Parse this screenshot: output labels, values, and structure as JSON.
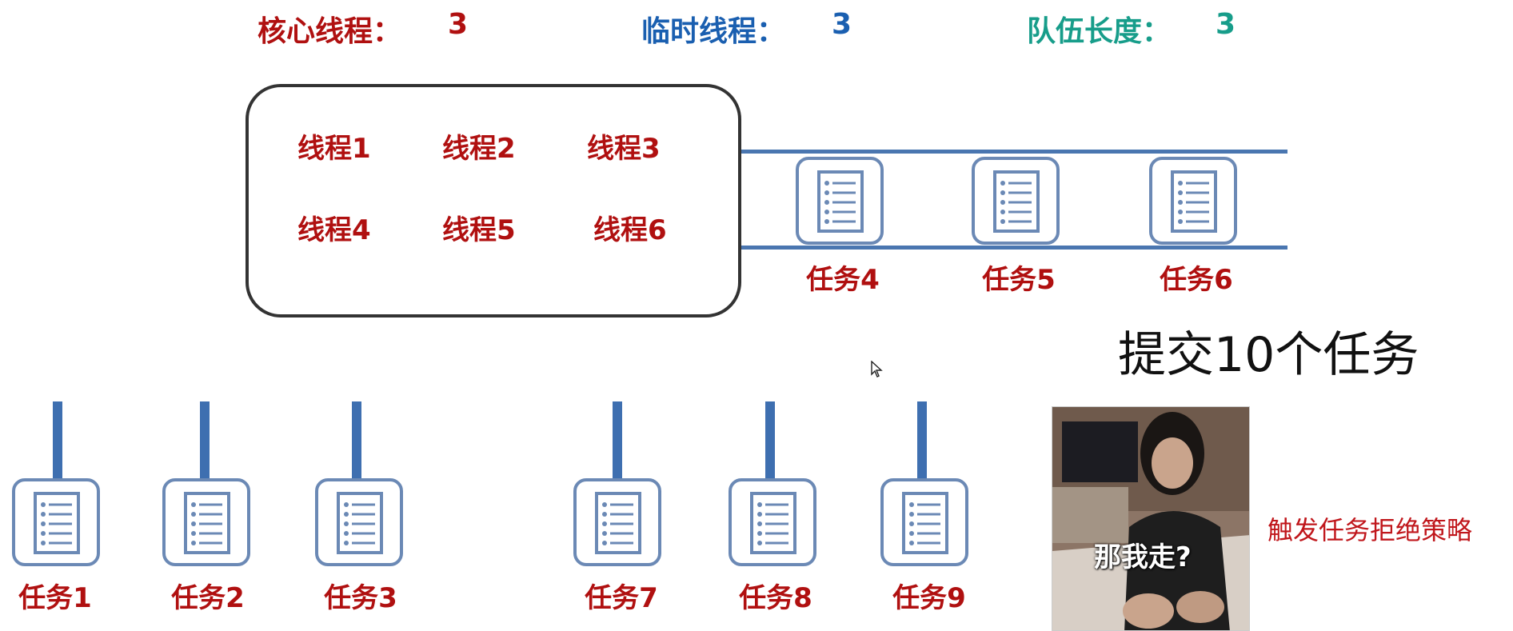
{
  "header": {
    "core_label": "核心线程：",
    "core_value": "3",
    "temp_label": "临时线程：",
    "temp_value": "3",
    "queue_label": "队伍长度：",
    "queue_value": "3"
  },
  "pool": {
    "threads": [
      "线程1",
      "线程2",
      "线程3",
      "线程4",
      "线程5",
      "线程6"
    ]
  },
  "queue": {
    "tasks": [
      "任务4",
      "任务5",
      "任务6"
    ]
  },
  "running": {
    "tasks": [
      "任务1",
      "任务2",
      "任务3",
      "任务7",
      "任务8",
      "任务9"
    ]
  },
  "submit_text": "提交10个任务",
  "meme_caption": "那我走?",
  "reject_text": "触发任务拒绝策略",
  "colors": {
    "core": "#b01010",
    "temp": "#1a5fb0",
    "queue": "#179d8a",
    "rail": "#4a76b0",
    "task_border": "#6b89b5"
  },
  "icons": [
    "document-list-icon",
    "mouse-cursor-icon"
  ]
}
